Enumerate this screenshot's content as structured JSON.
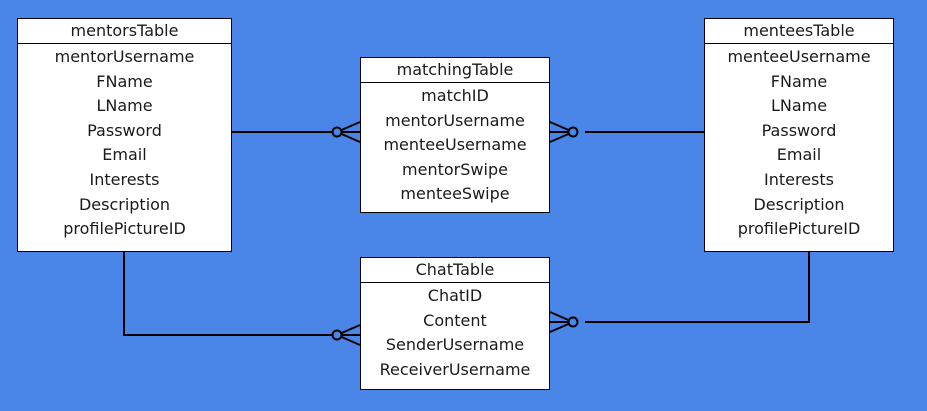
{
  "diagram": {
    "background_color": "#4a86e8",
    "entities": {
      "mentors": {
        "title": "mentorsTable",
        "fields": [
          "mentorUsername",
          "FName",
          "LName",
          "Password",
          "Email",
          "Interests",
          "Description",
          "profilePictureID"
        ]
      },
      "matching": {
        "title": "matchingTable",
        "fields": [
          "matchID",
          "mentorUsername",
          "menteeUsername",
          "mentorSwipe",
          "menteeSwipe"
        ]
      },
      "mentees": {
        "title": "menteesTable",
        "fields": [
          "menteeUsername",
          "FName",
          "LName",
          "Password",
          "Email",
          "Interests",
          "Description",
          "profilePictureID"
        ]
      },
      "chat": {
        "title": "ChatTable",
        "fields": [
          "ChatID",
          "Content",
          "SenderUsername",
          "ReceiverUsername"
        ]
      }
    },
    "relationships": [
      {
        "from": "mentorsTable",
        "to": "matchingTable",
        "from_end": "one",
        "to_end": "zero-or-many"
      },
      {
        "from": "menteesTable",
        "to": "matchingTable",
        "from_end": "one",
        "to_end": "zero-or-many"
      },
      {
        "from": "mentorsTable",
        "to": "ChatTable",
        "from_end": "one",
        "to_end": "zero-or-many"
      },
      {
        "from": "menteesTable",
        "to": "ChatTable",
        "from_end": "one",
        "to_end": "zero-or-many"
      }
    ]
  }
}
